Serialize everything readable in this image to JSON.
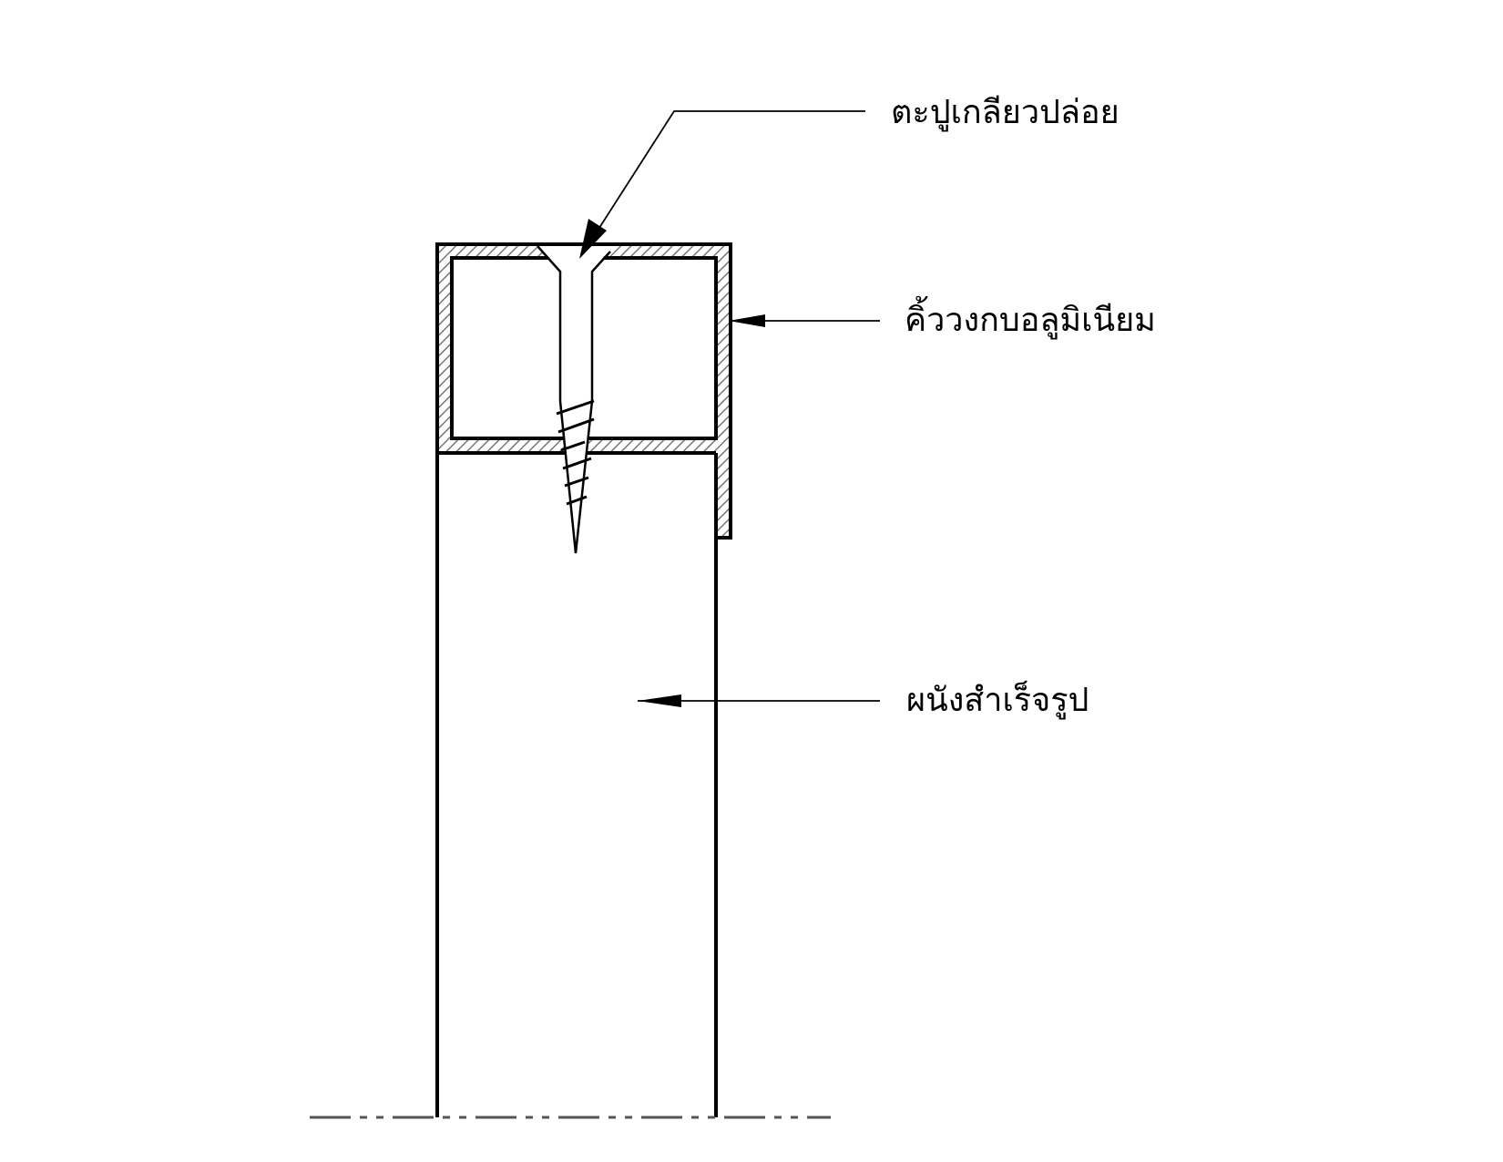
{
  "labels": {
    "screw": "ตะปูเกลียวปล่อย",
    "trim": "คิ้ววงกบอลูมิเนียม",
    "wall": "ผนังสำเร็จรูป"
  },
  "colors": {
    "line": "#000000",
    "hatch": "#777777",
    "centerline": "#555555"
  }
}
